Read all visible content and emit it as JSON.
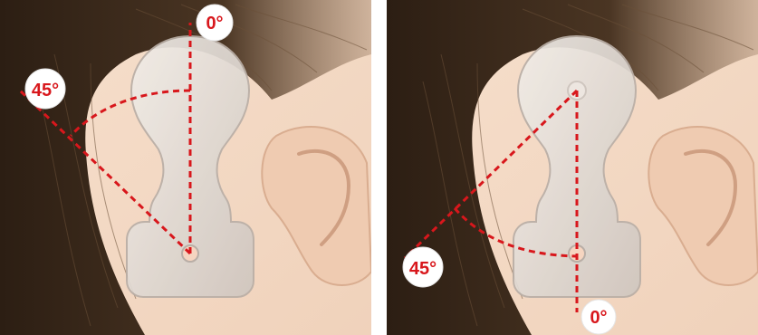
{
  "panels": [
    {
      "id": "upward",
      "labels": {
        "vertical": "0°",
        "angled": "45°"
      }
    },
    {
      "id": "downward",
      "labels": {
        "vertical": "0°",
        "angled": "45°"
      }
    }
  ],
  "colors": {
    "skin": "#f4d9c4",
    "skin_shadow": "#e6c2a7",
    "hair_dark": "#3b2a1c",
    "hair_mid": "#6b5038",
    "device": "#e4ddd7",
    "device_edge": "#b5aaa2",
    "guide_line": "#d8171c",
    "badge_text": "#d8171c"
  }
}
